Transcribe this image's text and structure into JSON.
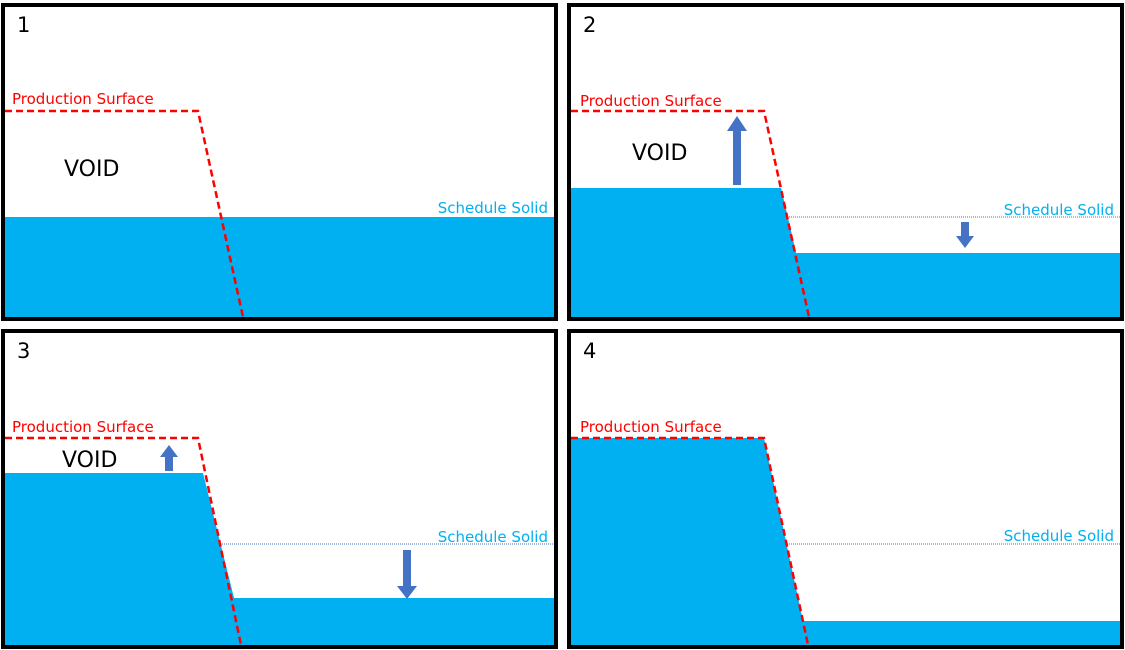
{
  "labels": {
    "production_surface": "Production Surface",
    "schedule_solid": "Schedule Solid",
    "void": "VOID"
  },
  "colors": {
    "solid_fill": "#00B0F0",
    "production_line": "#FF0000",
    "arrow": "#4472C4",
    "schedule_line": "#4472C4"
  },
  "panels": [
    {
      "number": "1"
    },
    {
      "number": "2"
    },
    {
      "number": "3"
    },
    {
      "number": "4"
    }
  ]
}
